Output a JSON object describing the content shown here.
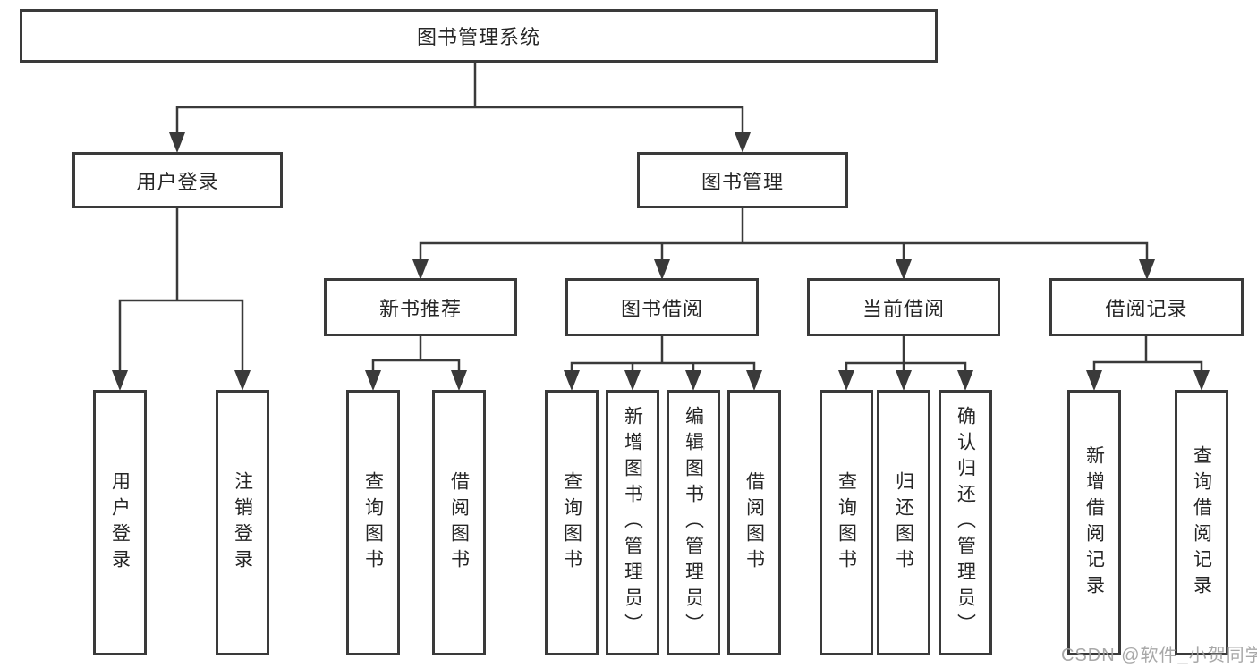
{
  "diagram": {
    "title": "图书管理系统",
    "nodes": {
      "root": {
        "label": "图书管理系统"
      },
      "level2": [
        {
          "label": "用户登录"
        },
        {
          "label": "图书管理"
        }
      ],
      "level3": [
        {
          "label": "新书推荐"
        },
        {
          "label": "图书借阅"
        },
        {
          "label": "当前借阅"
        },
        {
          "label": "借阅记录"
        }
      ],
      "leaves": [
        {
          "label": "用户登录"
        },
        {
          "label": "注销登录"
        },
        {
          "label": "查询图书"
        },
        {
          "label": "借阅图书"
        },
        {
          "label": "查询图书"
        },
        {
          "label": "新增图书（管理员）"
        },
        {
          "label": "编辑图书（管理员）"
        },
        {
          "label": "借阅图书"
        },
        {
          "label": "查询图书"
        },
        {
          "label": "归还图书"
        },
        {
          "label": "确认归还（管理员）"
        },
        {
          "label": "新增借阅记录"
        },
        {
          "label": "查询借阅记录"
        }
      ]
    },
    "watermark": "CSDN @软件_小贺同学",
    "colors": {
      "line": "#3a3a3a",
      "text": "#262626",
      "background": "#ffffff",
      "watermark": "#9e9e9e"
    }
  }
}
